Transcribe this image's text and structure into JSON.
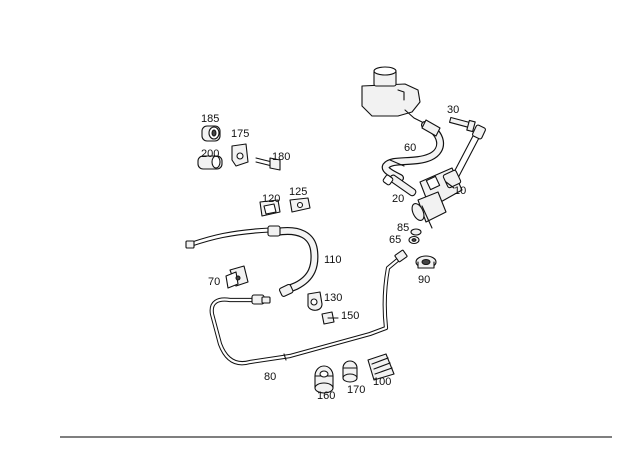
{
  "diagram": {
    "callouts": {
      "c10": "10",
      "c20": "20",
      "c30": "30",
      "c60": "60",
      "c65": "65",
      "c70": "70",
      "c80": "80",
      "c85": "85",
      "c90": "90",
      "c100": "100",
      "c110": "110",
      "c120": "120",
      "c125": "125",
      "c130": "130",
      "c150": "150",
      "c160": "160",
      "c170": "170",
      "c175": "175",
      "c180": "180",
      "c185": "185",
      "c200": "200"
    }
  }
}
